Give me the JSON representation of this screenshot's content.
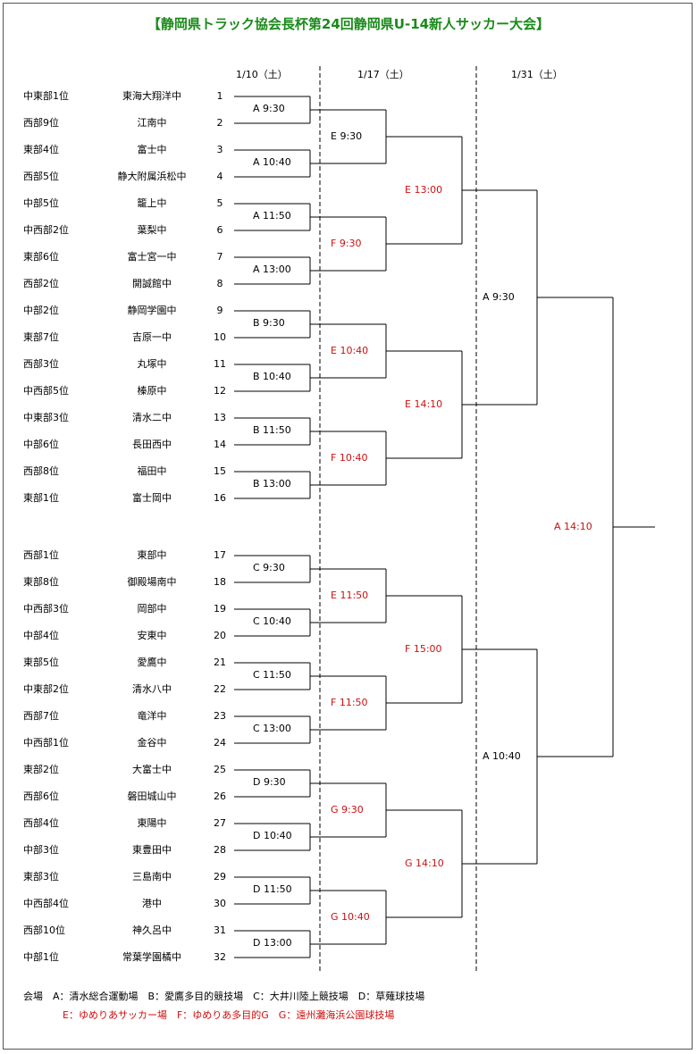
{
  "title": "【静岡県トラック協会長杯第24回静岡県U-14新人サッカー大会】",
  "dates": [
    "1/10（土）",
    "1/17（土）",
    "1/31（土）"
  ],
  "teams": [
    {
      "seed": "中東部1位",
      "name": "東海大翔洋中",
      "no": "1"
    },
    {
      "seed": "西部9位",
      "name": "江南中",
      "no": "2"
    },
    {
      "seed": "東部4位",
      "name": "富士中",
      "no": "3"
    },
    {
      "seed": "西部5位",
      "name": "静大附属浜松中",
      "no": "4"
    },
    {
      "seed": "中部5位",
      "name": "籠上中",
      "no": "5"
    },
    {
      "seed": "中西部2位",
      "name": "葉梨中",
      "no": "6"
    },
    {
      "seed": "東部6位",
      "name": "富士宮一中",
      "no": "7"
    },
    {
      "seed": "西部2位",
      "name": "開誠館中",
      "no": "8"
    },
    {
      "seed": "中部2位",
      "name": "静岡学園中",
      "no": "9"
    },
    {
      "seed": "東部7位",
      "name": "吉原一中",
      "no": "10"
    },
    {
      "seed": "西部3位",
      "name": "丸塚中",
      "no": "11"
    },
    {
      "seed": "中西部5位",
      "name": "榛原中",
      "no": "12"
    },
    {
      "seed": "中東部3位",
      "name": "清水二中",
      "no": "13"
    },
    {
      "seed": "中部6位",
      "name": "長田西中",
      "no": "14"
    },
    {
      "seed": "西部8位",
      "name": "福田中",
      "no": "15"
    },
    {
      "seed": "東部1位",
      "name": "富士岡中",
      "no": "16"
    },
    {
      "seed": "西部1位",
      "name": "東部中",
      "no": "17"
    },
    {
      "seed": "東部8位",
      "name": "御殿場南中",
      "no": "18"
    },
    {
      "seed": "中西部3位",
      "name": "岡部中",
      "no": "19"
    },
    {
      "seed": "中部4位",
      "name": "安東中",
      "no": "20"
    },
    {
      "seed": "東部5位",
      "name": "愛鷹中",
      "no": "21"
    },
    {
      "seed": "中東部2位",
      "name": "清水八中",
      "no": "22"
    },
    {
      "seed": "西部7位",
      "name": "竜洋中",
      "no": "23"
    },
    {
      "seed": "中西部1位",
      "name": "金谷中",
      "no": "24"
    },
    {
      "seed": "東部2位",
      "name": "大富士中",
      "no": "25"
    },
    {
      "seed": "西部6位",
      "name": "磐田城山中",
      "no": "26"
    },
    {
      "seed": "西部4位",
      "name": "東陽中",
      "no": "27"
    },
    {
      "seed": "中部3位",
      "name": "東豊田中",
      "no": "28"
    },
    {
      "seed": "東部3位",
      "name": "三島南中",
      "no": "29"
    },
    {
      "seed": "中西部4位",
      "name": "港中",
      "no": "30"
    },
    {
      "seed": "西部10位",
      "name": "神久呂中",
      "no": "31"
    },
    {
      "seed": "中部1位",
      "name": "常葉学園橘中",
      "no": "32"
    }
  ],
  "round1": [
    "A  9:30",
    "A  10:40",
    "A  11:50",
    "A  13:00",
    "B  9:30",
    "B  10:40",
    "B  11:50",
    "B  13:00",
    "C  9:30",
    "C  10:40",
    "C  11:50",
    "C  13:00",
    "D  9:30",
    "D  10:40",
    "D  11:50",
    "D  13:00"
  ],
  "round2": [
    "E  9:30",
    "F  9:30",
    "E  10:40",
    "F  10:40",
    "E  11:50",
    "F  11:50",
    "G  9:30",
    "G  10:40"
  ],
  "round2_red": [
    false,
    true,
    true,
    true,
    true,
    true,
    true,
    true
  ],
  "round3": [
    "E  13:00",
    "E  14:10",
    "F  15:00",
    "G  14:10"
  ],
  "round4": [
    "A  9:30",
    "A  10:40"
  ],
  "final": "A  14:10",
  "legend": {
    "line1": "会場　A：清水総合運動場　B：愛鷹多目的競技場　C：大井川陸上競技場　D：草薙球技場",
    "line2": "E：ゆめりあサッカー場　F：ゆめりあ多目的G　G：遠州灘海浜公園球技場"
  },
  "colors": {
    "title": "#1a8a1a",
    "red": "#cc1111",
    "line": "#000000"
  }
}
